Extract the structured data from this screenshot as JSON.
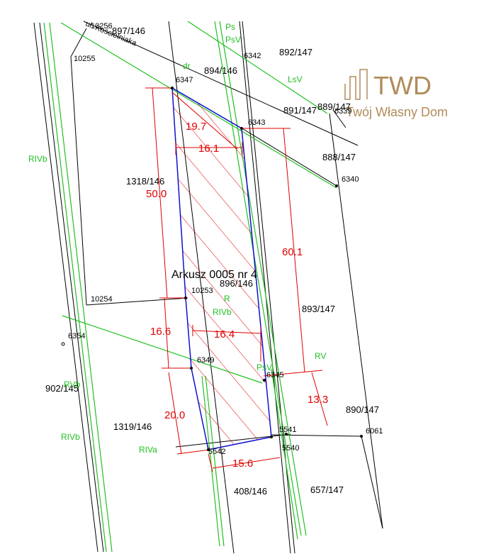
{
  "map": {
    "sheet_label": "Arkusz 0005 nr 4",
    "street_label": "ul. Kościelniaka",
    "parcels": [
      "897/146",
      "10256",
      "10255",
      "894/146",
      "892/147",
      "891/147",
      "889/147",
      "888/147",
      "1318/146",
      "896/146",
      "893/147",
      "10254",
      "902/145",
      "890/147",
      "1319/146",
      "408/146",
      "657/147"
    ],
    "points": [
      "6347",
      "6342",
      "6343",
      "6339",
      "6340",
      "10253",
      "6354",
      "6349",
      "6345",
      "5541",
      "6061",
      "5540",
      "5542"
    ],
    "soil_classes": [
      "dr",
      "Ps",
      "PsV",
      "LsV",
      "RIVb",
      "R",
      "RIVb",
      "RV",
      "PsV",
      "RVb",
      "RIVb",
      "RIVa"
    ],
    "dimensions": [
      "19.7",
      "16.1",
      "50.0",
      "60.1",
      "16.6",
      "16.4",
      "13.3",
      "20.0",
      "15.6"
    ],
    "colors": {
      "dimension": "#e00000",
      "soil_boundary": "#22c022",
      "target_parcel": "#1010d0",
      "lines": "#000000"
    }
  },
  "logo": {
    "brand": "TWD",
    "tagline": "Twój Własny Dom",
    "icon": "house-outline-icon"
  }
}
